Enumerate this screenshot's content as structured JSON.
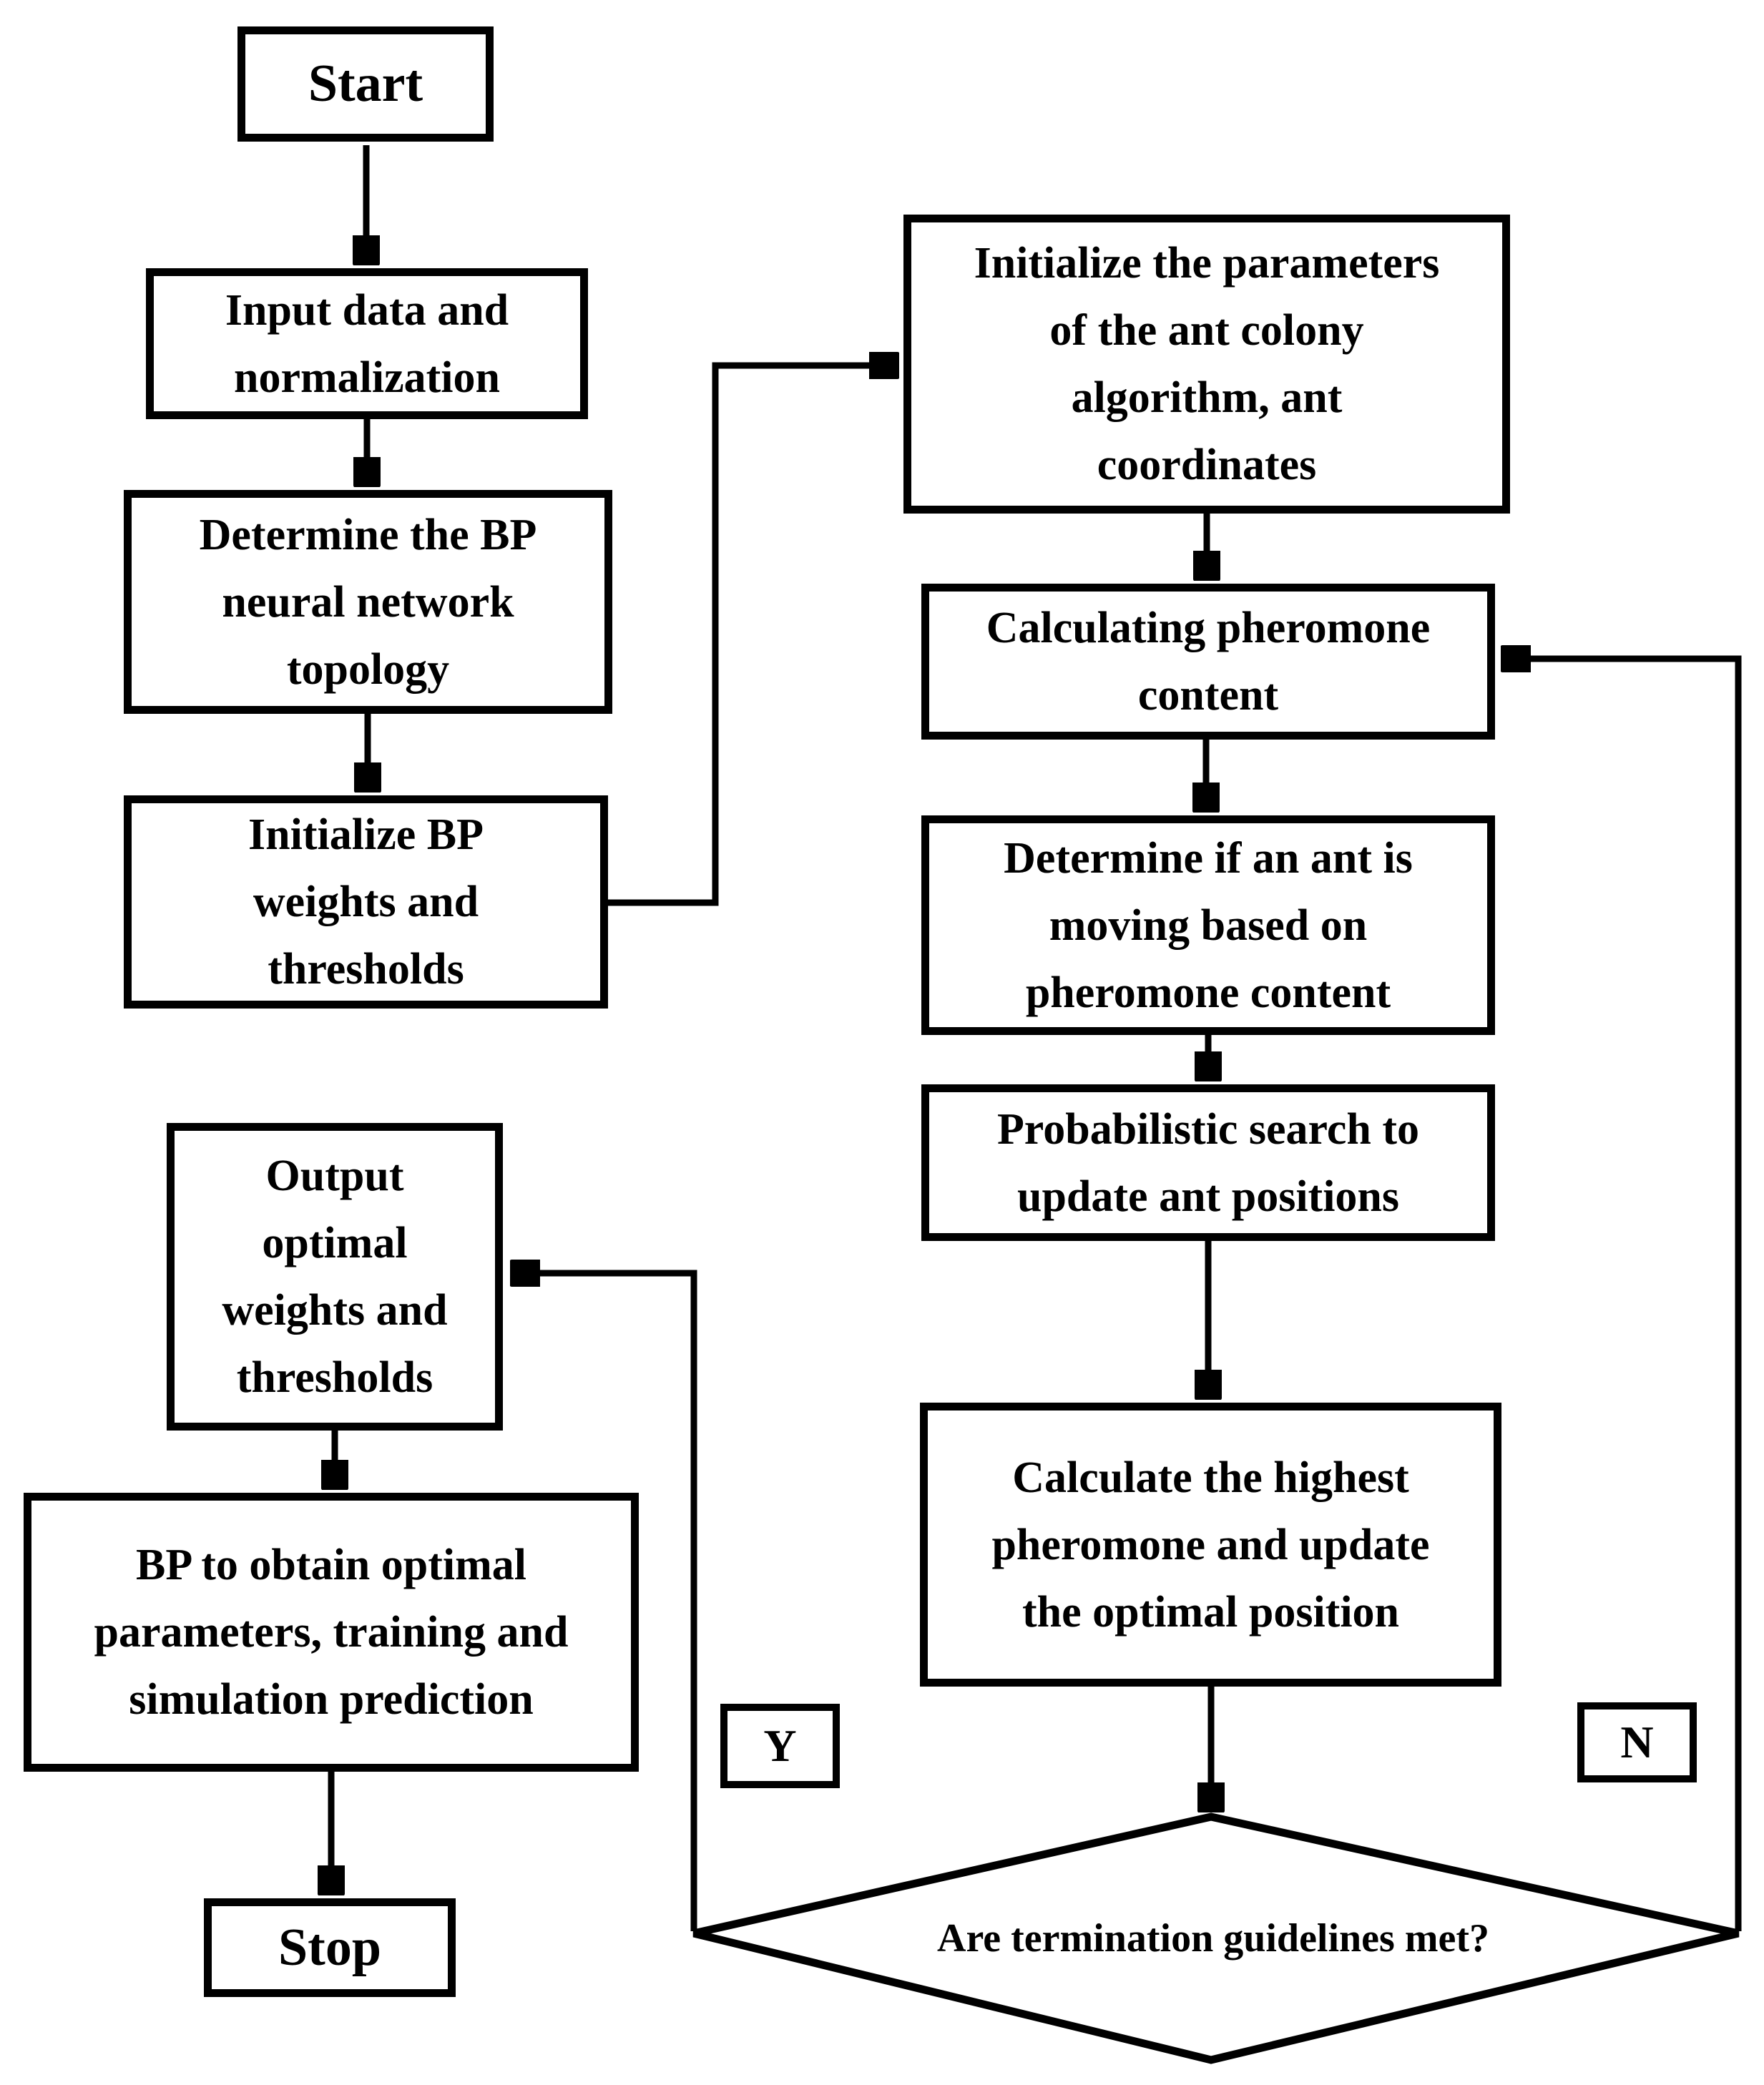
{
  "colors": {
    "background": "#ffffff",
    "stroke": "#000000",
    "text": "#000000"
  },
  "nodes": {
    "start": {
      "shape": "rect",
      "label": "Start"
    },
    "input_data": {
      "shape": "rect",
      "label": "Input data and\nnormalization"
    },
    "determine_bp": {
      "shape": "rect",
      "label": "Determine the BP\nneural network\ntopology"
    },
    "init_bp": {
      "shape": "rect",
      "label": "Initialize BP\nweights and\nthresholds"
    },
    "init_ant_params": {
      "shape": "rect",
      "label": "Initialize the parameters\nof the ant colony\nalgorithm, ant\ncoordinates"
    },
    "calc_pheromone": {
      "shape": "rect",
      "label": "Calculating pheromone\ncontent"
    },
    "determine_ant_moving": {
      "shape": "rect",
      "label": "Determine if an ant is\nmoving based on\npheromone content"
    },
    "prob_search": {
      "shape": "rect",
      "label": "Probabilistic search to\nupdate ant positions"
    },
    "calc_highest": {
      "shape": "rect",
      "label": "Calculate the highest\npheromone and update\nthe optimal position"
    },
    "output_optimal": {
      "shape": "rect",
      "label": "Output\noptimal\nweights and\nthresholds"
    },
    "bp_obtain": {
      "shape": "rect",
      "label": "BP to obtain optimal\nparameters, training and\nsimulation prediction"
    },
    "stop": {
      "shape": "rect",
      "label": "Stop"
    },
    "decision": {
      "shape": "diamond",
      "label": "Are termination guidelines met?"
    },
    "branch_yes": {
      "shape": "rect",
      "label": "Y"
    },
    "branch_no": {
      "shape": "rect",
      "label": "N"
    }
  },
  "edges": [
    {
      "from": "start",
      "to": "input_data"
    },
    {
      "from": "input_data",
      "to": "determine_bp"
    },
    {
      "from": "determine_bp",
      "to": "init_bp"
    },
    {
      "from": "init_bp",
      "to": "init_ant_params"
    },
    {
      "from": "init_ant_params",
      "to": "calc_pheromone"
    },
    {
      "from": "calc_pheromone",
      "to": "determine_ant_moving"
    },
    {
      "from": "determine_ant_moving",
      "to": "prob_search"
    },
    {
      "from": "prob_search",
      "to": "calc_highest"
    },
    {
      "from": "calc_highest",
      "to": "decision"
    },
    {
      "from": "decision",
      "to": "calc_pheromone",
      "branch": "N"
    },
    {
      "from": "decision",
      "to": "output_optimal",
      "branch": "Y"
    },
    {
      "from": "output_optimal",
      "to": "bp_obtain"
    },
    {
      "from": "bp_obtain",
      "to": "stop"
    }
  ]
}
